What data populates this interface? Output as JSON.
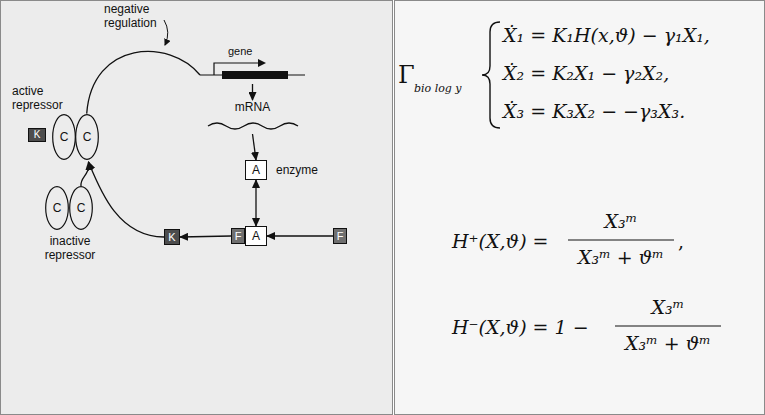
{
  "diagram": {
    "nodes": [
      {
        "text": [
          "gene"
        ]
      },
      {
        "text": [
          "mRNA"
        ]
      },
      {
        "text": [
          "A",
          "enzyme"
        ]
      },
      {
        "text": [
          "F"
        ]
      },
      {
        "text": [
          "A"
        ]
      },
      {
        "text": [
          "F"
        ]
      },
      {
        "text": [
          "K"
        ]
      },
      {
        "text": [
          "inactive repressor"
        ]
      },
      {
        "text": [
          "C"
        ],
        "in": 7
      },
      {
        "text": [
          "C"
        ],
        "in": 7
      },
      {
        "text": [
          "active repressor"
        ]
      },
      {
        "text": [
          "K"
        ],
        "in": 10
      },
      {
        "text": [
          "C"
        ],
        "in": 10
      },
      {
        "text": [
          "C"
        ],
        "in": 10
      }
    ],
    "edges": [
      {
        "from": 0,
        "to": 1,
        "arrow": "to"
      },
      {
        "from": 1,
        "to": 2,
        "arrow": "to"
      },
      {
        "from": 2,
        "to": 4,
        "arrow": "both"
      },
      {
        "from": 5,
        "to": 4,
        "arrow": "to"
      },
      {
        "from": 3,
        "to": 6,
        "arrow": "to"
      },
      {
        "from": 6,
        "to": 10,
        "arrow": "to"
      },
      {
        "from": 7,
        "to": 10,
        "arrow": "to"
      },
      {
        "from": 10,
        "to": 0,
        "arrow": "none"
      }
    ],
    "labels": [
      "negative regulation",
      "Γ",
      "bio log y",
      "Ẋ₁ = K₁H(x,ϑ) − γ₁X₁,",
      "Ẋ₂ = K₂X₁ − γ₂X₂,",
      "Ẋ₃ = K₃X₂ − −γ₃X₃.",
      "H⁺(X,ϑ) =",
      "X₃ᵐ",
      "X₃ᵐ + ϑᵐ",
      ",",
      "H⁻(X,ϑ) = 1 −",
      "X₃ᵐ",
      "X₃ᵐ + ϑᵐ"
    ]
  }
}
